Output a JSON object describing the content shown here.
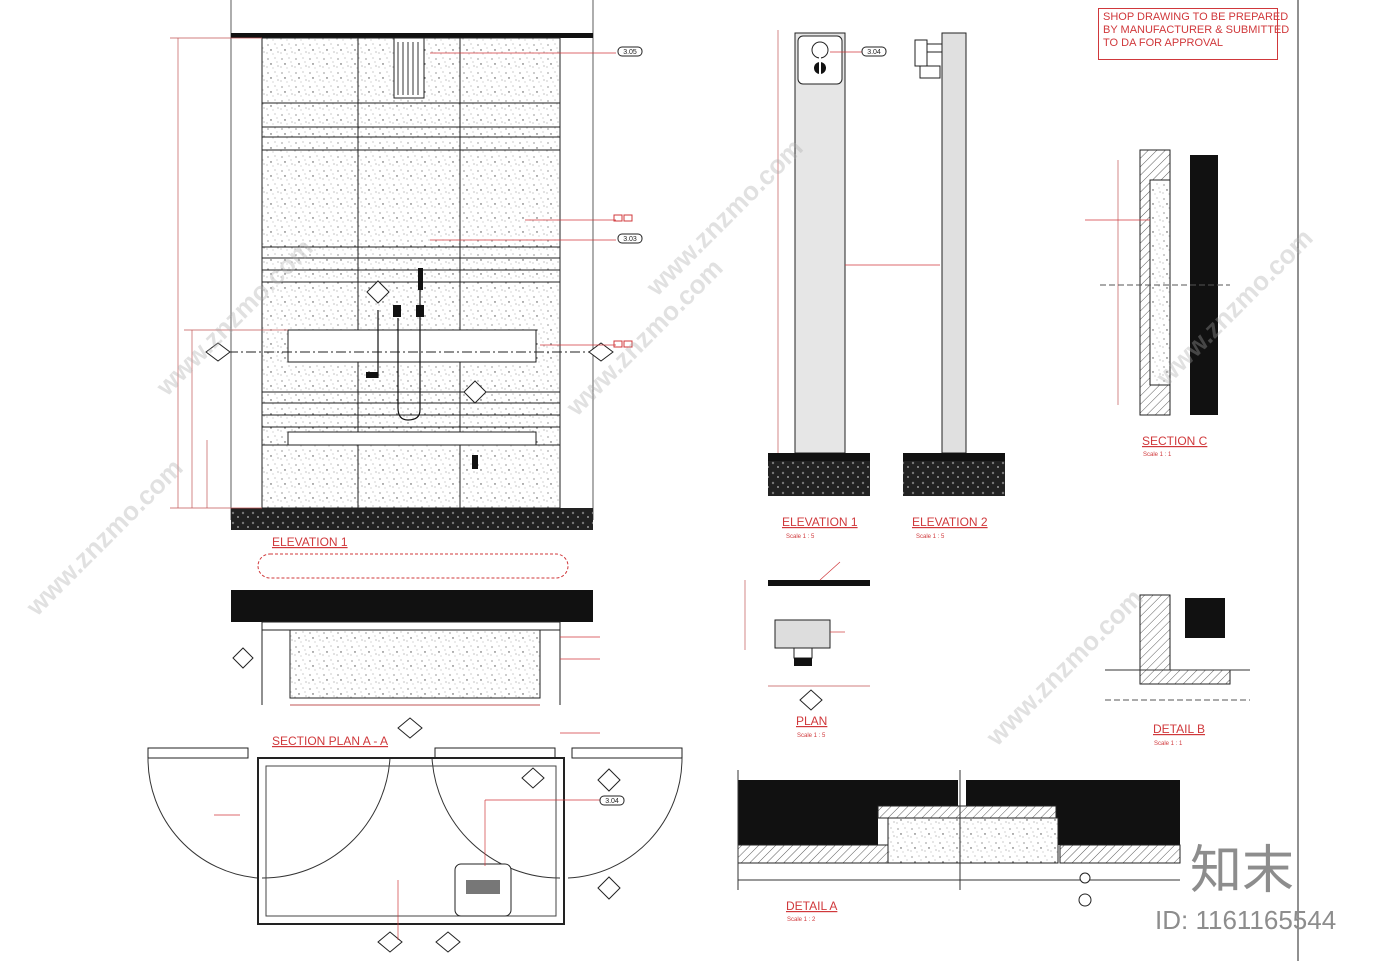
{
  "note": {
    "lines": [
      "SHOP DRAWING TO BE PREPARED",
      "BY MANUFACTURER & SUBMITTED",
      "TO DA FOR APPROVAL"
    ]
  },
  "titles": {
    "elevation1_main": "ELEVATION 1",
    "section_plan": "SECTION PLAN A - A",
    "elevation1_small": "ELEVATION 1",
    "elevation2_small": "ELEVATION 2",
    "plan": "PLAN",
    "section_c": "SECTION C",
    "detail_b": "DETAIL B",
    "detail_a": "DETAIL A"
  },
  "scales": {
    "elevation1_small": "Scale 1 : 5",
    "elevation2_small": "Scale 1 : 5",
    "plan": "Scale 1 : 5",
    "section_c": "Scale 1 : 1",
    "detail_b": "Scale 1 : 1",
    "detail_a": "Scale 1 : 2"
  },
  "tags": {
    "rain_shower": "3.05",
    "shower_mixer": "3.04",
    "hand_shower": "3.03",
    "plan_mixer": "3.04"
  },
  "watermark": {
    "text": "www.znzmo.com",
    "brand": "知末",
    "id": "ID: 1161165544"
  },
  "colors": {
    "annotation": "#d0383b",
    "line": "#222222",
    "watermark": "#8d8d8d"
  }
}
